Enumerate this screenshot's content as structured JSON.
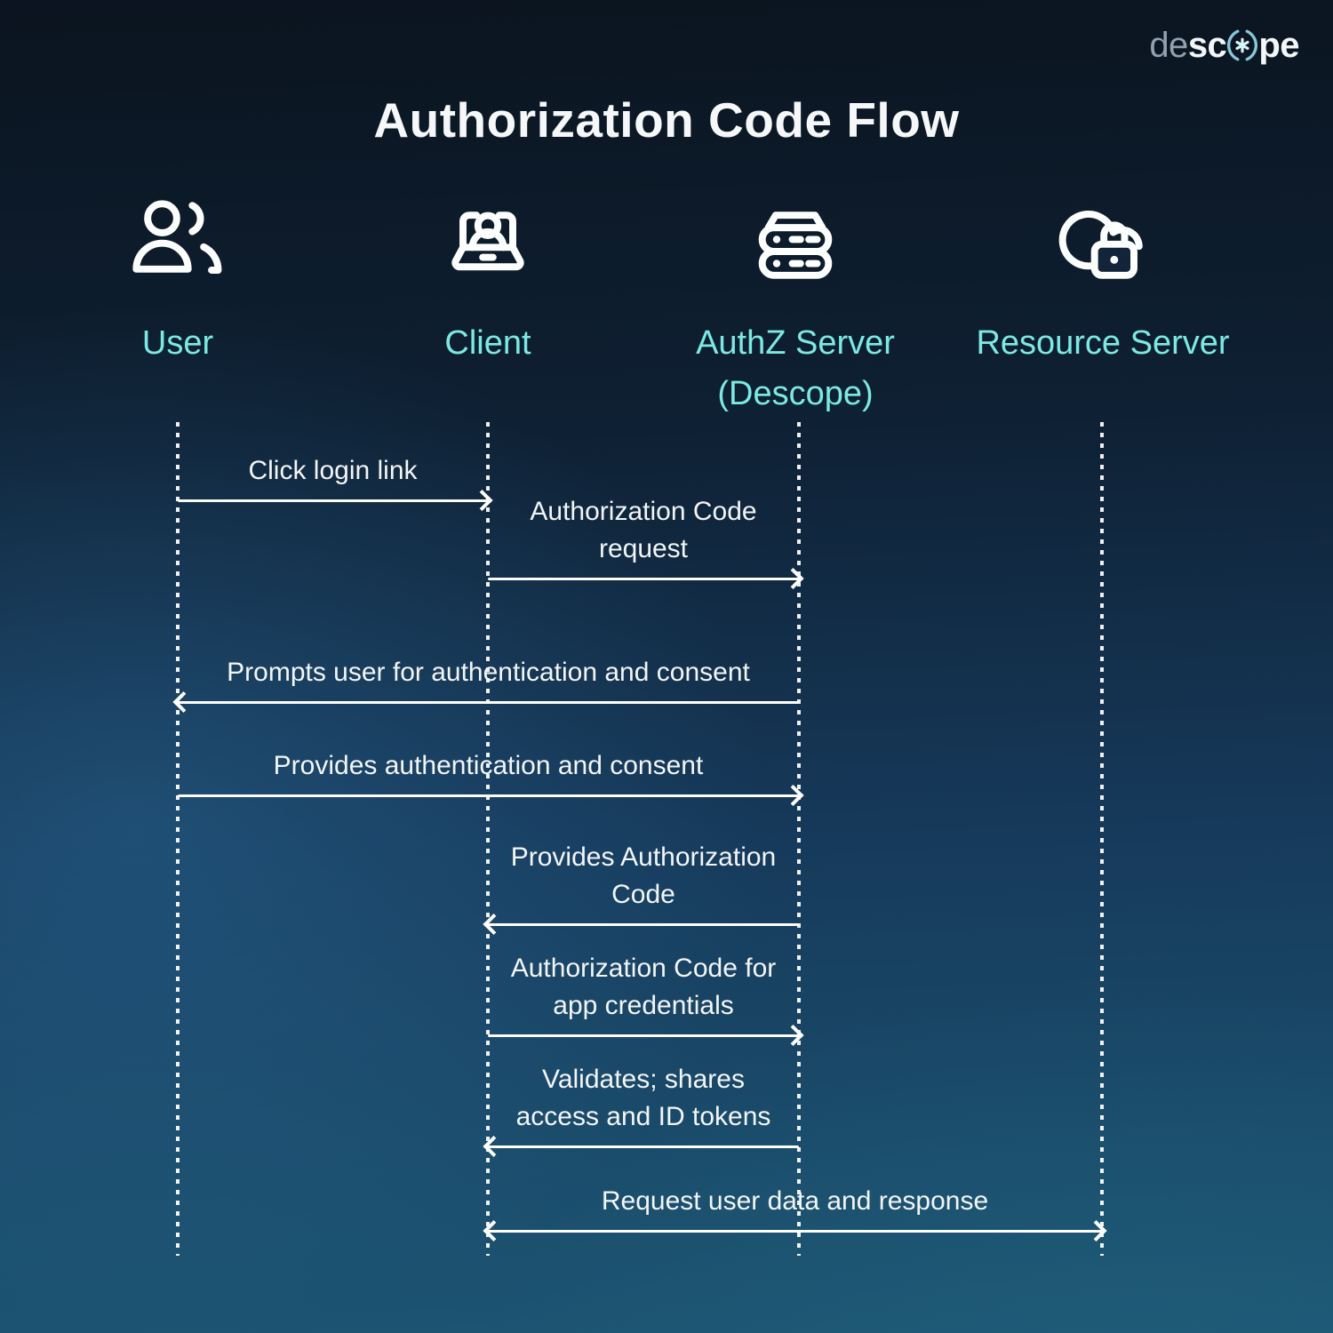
{
  "logo": {
    "prefix": "de",
    "bold_part1": "sc",
    "bold_part2": "pe",
    "icon": "descope-o-icon"
  },
  "title": "Authorization Code Flow",
  "colors": {
    "background_top": "#0c1420",
    "background_bottom": "#1d5573",
    "accent_cyan": "#7be9e2",
    "line_white": "#ffffff",
    "title_white": "#f5f7f9",
    "logo_gray": "#93a0ad",
    "logo_icon_teal": "#86c7d8"
  },
  "actors": [
    {
      "label": "User",
      "icon": "users-icon"
    },
    {
      "label": "Client",
      "icon": "laptop-user-icon"
    },
    {
      "label": "AuthZ Server",
      "label_line2": "(Descope)",
      "icon": "server-icon"
    },
    {
      "label": "Resource Server",
      "icon": "cloud-lock-icon"
    }
  ],
  "messages": [
    {
      "label": "Click login link",
      "from": "User",
      "to": "Client",
      "direction": "right"
    },
    {
      "label": "Authorization Code request",
      "from": "Client",
      "to": "AuthZ Server (Descope)",
      "direction": "right"
    },
    {
      "label": "Prompts user for authentication and consent",
      "from": "AuthZ Server (Descope)",
      "to": "User",
      "direction": "left"
    },
    {
      "label": "Provides authentication and consent",
      "from": "User",
      "to": "AuthZ Server (Descope)",
      "direction": "right"
    },
    {
      "label": "Provides Authorization Code",
      "from": "AuthZ Server (Descope)",
      "to": "Client",
      "direction": "left"
    },
    {
      "label": "Authorization Code for app credentials",
      "from": "Client",
      "to": "AuthZ Server (Descope)",
      "direction": "right"
    },
    {
      "label": "Validates; shares access and ID tokens",
      "from": "AuthZ Server (Descope)",
      "to": "Client",
      "direction": "left"
    },
    {
      "label": "Request user data and response",
      "from": "Client",
      "to": "Resource Server",
      "direction": "both"
    }
  ]
}
